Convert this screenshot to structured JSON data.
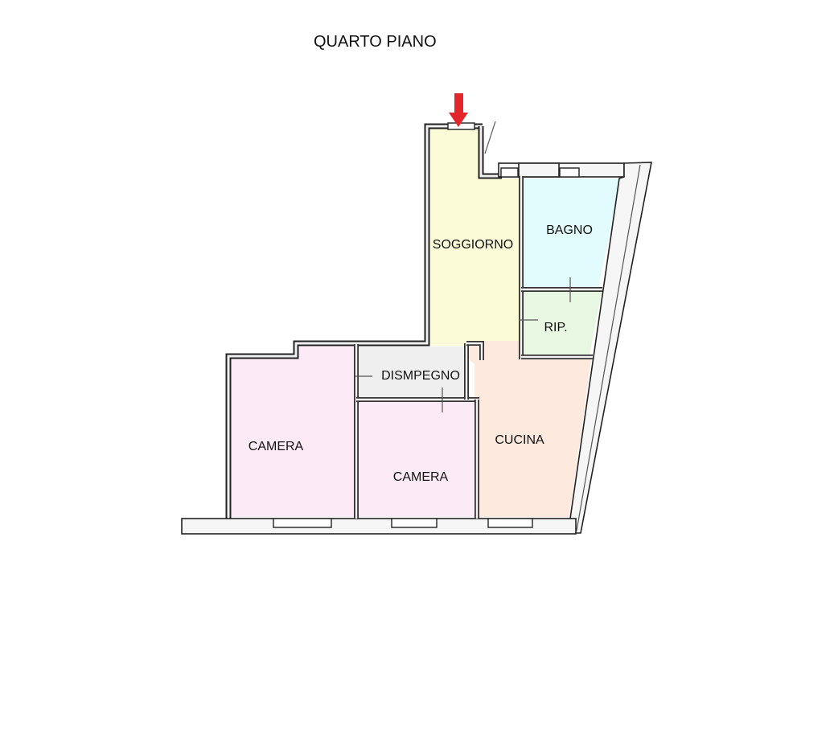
{
  "title": "QUARTO PIANO",
  "rooms": [
    {
      "label": "SOGGIORNO",
      "color": "#fbfbd8"
    },
    {
      "label": "BAGNO",
      "color": "#e2fbfc"
    },
    {
      "label": "RIP.",
      "color": "#e8f7e1"
    },
    {
      "label": "DISMPEGNO",
      "color": "#efefef"
    },
    {
      "label": "CAMERA",
      "color": "#fcebf6"
    },
    {
      "label": "CAMERA",
      "color": "#fcebf6"
    },
    {
      "label": "CUCINA",
      "color": "#fde9dd"
    }
  ],
  "entrance_marker": {
    "icon": "red-down-arrow-icon",
    "color": "#e2262b"
  },
  "wall_color": "#222222"
}
